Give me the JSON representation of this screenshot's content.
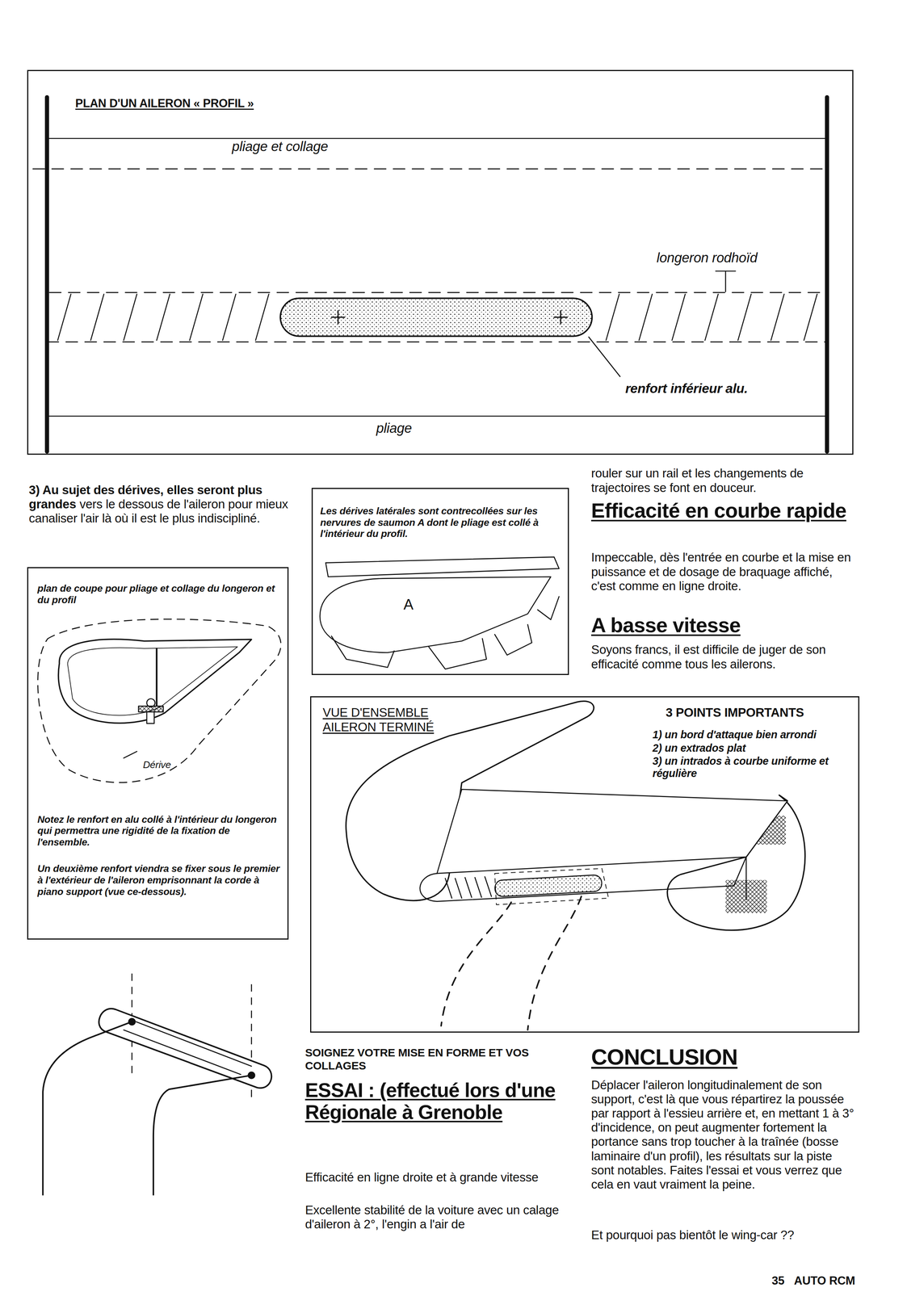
{
  "diagram": {
    "nodes": [
      {
        "text": [
          "PLAN D'UN AILERON « PROFIL »",
          "pliage et collage",
          "longeron rodhoïd",
          "renfort inférieur alu.",
          "pliage"
        ]
      },
      {
        "text": [
          "Les dérives latérales sont contrecollées sur les nervures de saumon A dont le pliage est collé à l'intérieur du profil.",
          "A"
        ]
      },
      {
        "text": [
          "plan de coupe pour pliage et collage du longeron et du profil",
          "Dérive",
          "Notez le renfort en alu collé à l'intérieur du longeron qui permettra une rigidité de la fixation de l'ensemble.",
          "Un deuxième renfort viendra se fixer sous le premier à l'extérieur de l'aileron emprisonnant la corde à piano support (vue ce-dessous)."
        ]
      },
      {
        "text": [
          "VUE D'ENSEMBLE AILERON TERMINÉ",
          "3 POINTS IMPORTANTS",
          "1) un bord d'attaque bien arrondi",
          "2) un extrados plat",
          "3) un intrados à courbe uniforme et régulière"
        ]
      }
    ],
    "labels": [
      "3) Au sujet des dérives, elles seront plus grandes",
      "vers le dessous de l'aileron pour mieux canaliser l'air là où il est le plus indiscipliné.",
      "rouler sur un rail et les changements de trajectoires se font en douceur.",
      "Efficacité en courbe rapide",
      "Impeccable, dès l'entrée en courbe et la mise en puissance et de dosage de braquage affiché, c'est comme en ligne droite.",
      "A basse vitesse",
      "Soyons francs, il est difficile de juger de son efficacité comme tous les ailerons.",
      "SOIGNEZ VOTRE MISE EN FORME ET VOS COLLAGES",
      "ESSAI : (effectué lors d'une Régionale à Grenoble",
      "Efficacité en ligne droite et à grande vitesse",
      "Excellente stabilité de la voiture avec un calage d'aileron à 2°, l'engin a l'air de",
      "CONCLUSION",
      "Déplacer l'aileron longitudinalement de son support, c'est là que vous répartirez la poussée par rapport à l'essieu arrière et, en mettant 1 à 3° d'incidence, on peut augmenter fortement la portance sans trop toucher à la traînée (bosse laminaire d'un profil), les résultats sur la piste sont notables. Faites l'essai et vous verrez que cela en vaut vraiment la peine.",
      "Et pourquoi pas bientôt le wing-car ??",
      "35",
      "AUTO RCM"
    ]
  }
}
